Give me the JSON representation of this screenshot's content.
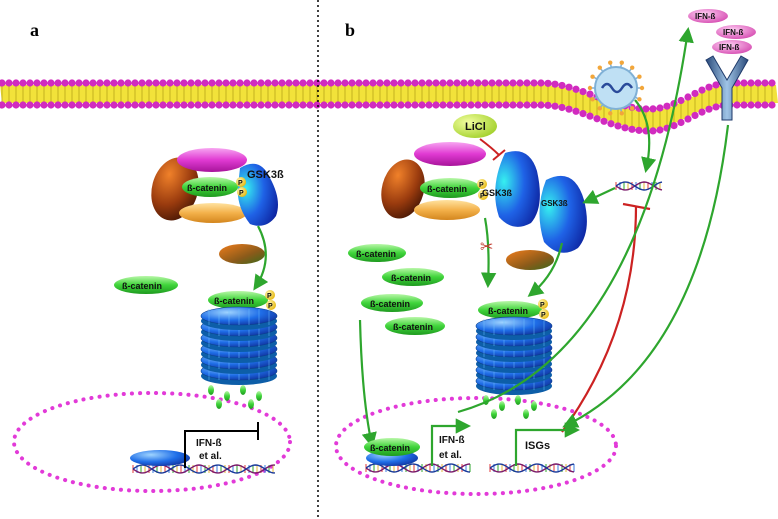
{
  "panels": {
    "a": "a",
    "b": "b"
  },
  "labels": {
    "beta_catenin": "ß-catenin",
    "gsk3b": "GSK3ß",
    "p": "P",
    "licl": "LiCl",
    "ifnb": "IFN-ß",
    "ifnb_et_al_line1": "IFN-ß",
    "ifnb_et_al_line2": "et al.",
    "isgs": "ISGs"
  },
  "colors": {
    "membrane_head": "#d12bbf",
    "membrane_tail": "#f2e23a",
    "arrow": "#2ea62e",
    "inhibit": "#cc2222",
    "catenin": "#33cc33",
    "gsk": "#1f62e6",
    "nucleus": "#e23ad8"
  }
}
